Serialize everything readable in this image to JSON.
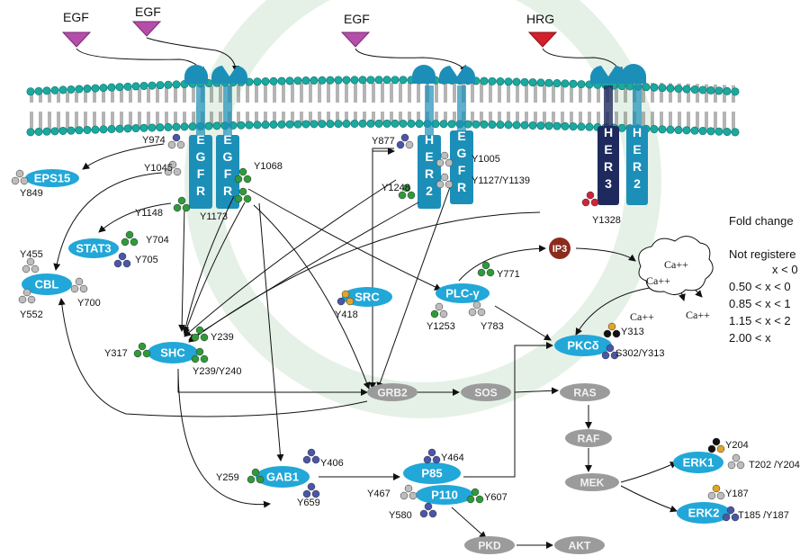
{
  "ligands": {
    "egf1": "EGF",
    "egf2": "EGF",
    "egf3": "EGF",
    "hrg": "HRG"
  },
  "receptors": {
    "egfr1": "EGFR",
    "egfr2": "EGFR",
    "her2a": "HER2",
    "egfr3": "EGFR",
    "her3": "HER3",
    "her2b": "HER2"
  },
  "sites": {
    "y974": "Y974",
    "y1045": "Y1045",
    "y1068": "Y1068",
    "y1148": "Y1148",
    "y1173": "Y1173",
    "y877": "Y877",
    "y1005": "Y1005",
    "y1248": "Y1248",
    "y1127": "Y1127/Y1139",
    "y1328": "Y1328",
    "y849": "Y849",
    "y704": "Y704",
    "y705": "Y705",
    "y455": "Y455",
    "y552": "Y552",
    "y700": "Y700",
    "y418": "Y418",
    "y771": "Y771",
    "y1253": "Y1253",
    "y783": "Y783",
    "y317": "Y317",
    "y239": "Y239",
    "y239b": "Y239/Y240",
    "y313": "Y313",
    "s302": "S302/Y313",
    "y406": "Y406",
    "y259": "Y259",
    "y659": "Y659",
    "y464": "Y464",
    "y467": "Y467",
    "y607": "Y607",
    "y580": "Y580",
    "y204": "Y204",
    "t202": "T202 /Y204",
    "y187": "Y187",
    "t185": "T185 /Y187"
  },
  "nodes": {
    "eps15": "EPS15",
    "stat3": "STAT3",
    "cbl": "CBL",
    "src": "SRC",
    "plcg": "PLC-γ",
    "shc": "SHC",
    "pkcd": "PKCδ",
    "grb2": "GRB2",
    "sos": "SOS",
    "ras": "RAS",
    "raf": "RAF",
    "mek": "MEK",
    "gab1": "GAB1",
    "p85": "P85",
    "p110": "P110",
    "erk1": "ERK1",
    "erk2": "ERK2",
    "pkd": "PKD",
    "akt": "AKT",
    "ip3": "IP3"
  },
  "calcium": {
    "c1": "Ca++",
    "c2": "Ca++",
    "c3": "Ca++",
    "c4": "Ca++"
  },
  "legend": {
    "title": "Fold change",
    "row1": "Not registere",
    "row2": "x < 0",
    "row3": "0.50 < x < 0",
    "row4": "0.85 < x < 1",
    "row5": "1.15 < x < 2",
    "row6": "2.00 < x"
  },
  "colors": {
    "membrane_head": "#1aa9a0",
    "receptor": "#1b8fb8",
    "her3": "#1e2a5e",
    "node_blue": "#21a7d8",
    "node_grey": "#9b9b9b",
    "ip3": "#8b2b1c",
    "ligand_purple": "#b44ea8",
    "ligand_red": "#d21f2a",
    "dot_green": "#2f9a3a",
    "dot_grey": "#bdbdbd",
    "dot_navy": "#4a56a8",
    "dot_gold": "#e0a52a",
    "dot_red": "#d0243a",
    "dot_black": "#111111"
  }
}
